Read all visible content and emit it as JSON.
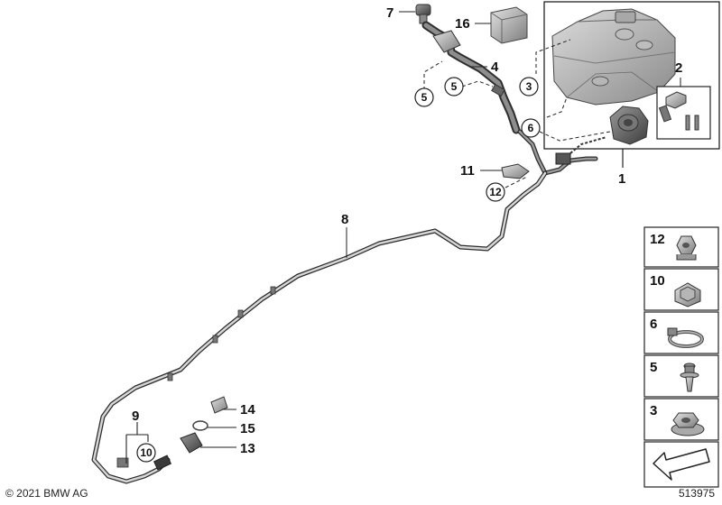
{
  "diagram": {
    "labels": {
      "p1": "1",
      "p2": "2",
      "p3": "3",
      "p4": "4",
      "p5a": "5",
      "p5b": "5",
      "p6": "6",
      "p7": "7",
      "p8": "8",
      "p9": "9",
      "p10": "10",
      "p11": "11",
      "p12": "12",
      "p13": "13",
      "p14": "14",
      "p15": "15",
      "p16": "16"
    },
    "legend": [
      {
        "number": "12",
        "icon": "hex-nut-icon"
      },
      {
        "number": "10",
        "icon": "cable-clip-icon"
      },
      {
        "number": "6",
        "icon": "hose-clamp-icon"
      },
      {
        "number": "5",
        "icon": "expanding-rivet-icon"
      },
      {
        "number": "3",
        "icon": "flange-nut-icon"
      },
      {
        "number": "",
        "icon": "direction-arrow-icon"
      }
    ],
    "copyright": "© 2021 BMW AG",
    "diagram_number": "513975"
  }
}
